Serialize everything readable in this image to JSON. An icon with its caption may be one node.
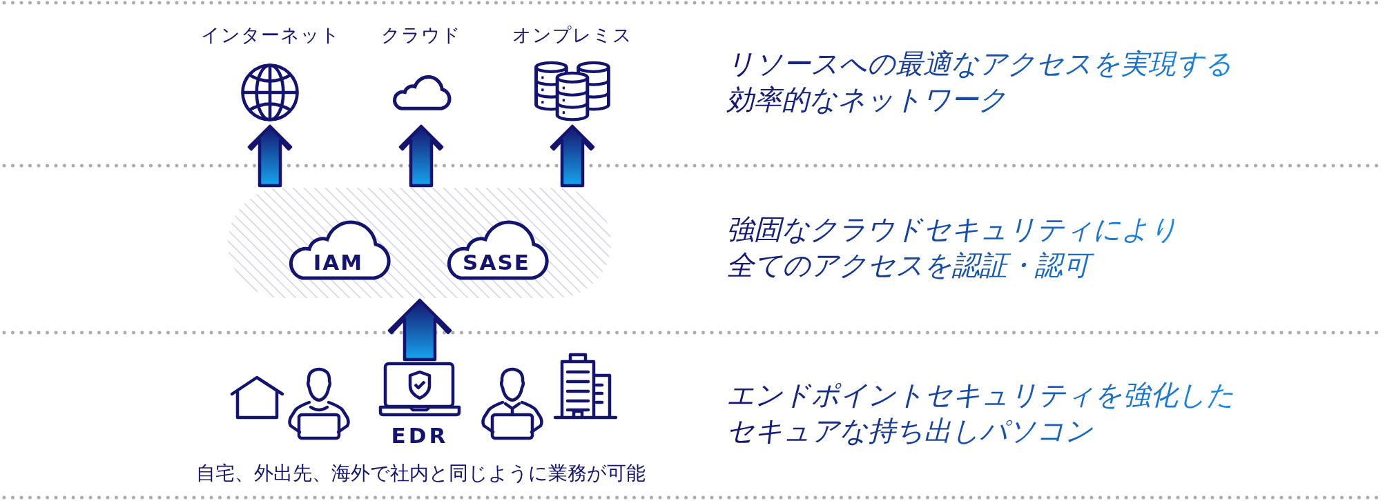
{
  "diagram": {
    "nodes": [
      {
        "text": [],
        "shape": "globe",
        "beside": [
          "インターネット"
        ]
      },
      {
        "text": [],
        "shape": "cloud",
        "beside": [
          "クラウド"
        ]
      },
      {
        "text": [],
        "shape": "database",
        "beside": [
          "オンプレミス"
        ]
      },
      {
        "text": [],
        "shape": "box"
      },
      {
        "text": [
          "IAM"
        ],
        "in": 3
      },
      {
        "text": [
          "SASE"
        ],
        "in": 3
      },
      {
        "text": [
          "EDR"
        ]
      }
    ],
    "edges": [
      {
        "from": 3,
        "to": 0,
        "arrow": "to"
      },
      {
        "from": 3,
        "to": 1,
        "arrow": "to"
      },
      {
        "from": 3,
        "to": 2,
        "arrow": "to"
      },
      {
        "from": 6,
        "to": 3,
        "arrow": "to"
      }
    ],
    "labels": [
      "リソースへの最適なアクセスを実現する効率的なネットワーク",
      "強固なクラウドセキュリティにより全てのアクセスを認証・認可",
      "エンドポイントセキュリティを強化したセキュアな持ち出しパソコン",
      "自宅、外出先、海外で社内と同じように業務が可能"
    ]
  }
}
